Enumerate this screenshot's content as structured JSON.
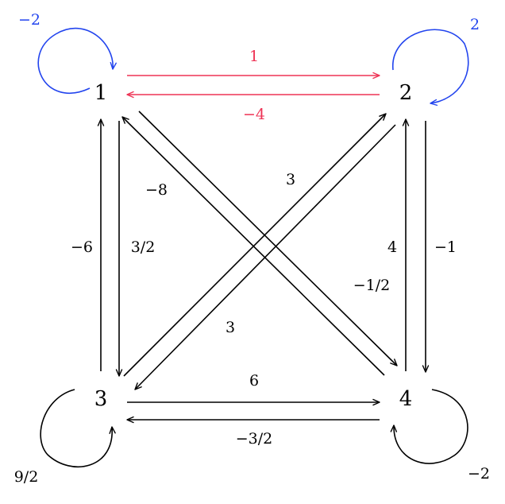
{
  "colors": {
    "default": "#000000",
    "red": "#ee3355",
    "blue": "#2244ee"
  },
  "nodes": [
    {
      "id": "1",
      "label": "1"
    },
    {
      "id": "2",
      "label": "2"
    },
    {
      "id": "3",
      "label": "3"
    },
    {
      "id": "4",
      "label": "4"
    }
  ],
  "edges": [
    {
      "from": "1",
      "to": "1",
      "label": "−2",
      "color": "blue"
    },
    {
      "from": "1",
      "to": "2",
      "label": "1",
      "color": "red"
    },
    {
      "from": "2",
      "to": "1",
      "label": "−4",
      "color": "red"
    },
    {
      "from": "2",
      "to": "2",
      "label": "2",
      "color": "blue"
    },
    {
      "from": "1",
      "to": "3",
      "label": "3/2",
      "color": "default"
    },
    {
      "from": "3",
      "to": "1",
      "label": "−6",
      "color": "default"
    },
    {
      "from": "1",
      "to": "4",
      "label": "−1/2",
      "color": "default"
    },
    {
      "from": "4",
      "to": "1",
      "label": "−8",
      "color": "default"
    },
    {
      "from": "2",
      "to": "4",
      "label": "−1",
      "color": "default"
    },
    {
      "from": "4",
      "to": "2",
      "label": "4",
      "color": "default"
    },
    {
      "from": "2",
      "to": "3",
      "label": "3",
      "color": "default"
    },
    {
      "from": "3",
      "to": "2",
      "label": "3",
      "color": "default"
    },
    {
      "from": "3",
      "to": "4",
      "label": "6",
      "color": "default"
    },
    {
      "from": "4",
      "to": "3",
      "label": "−3/2",
      "color": "default"
    },
    {
      "from": "3",
      "to": "3",
      "label": "9/2",
      "color": "default"
    },
    {
      "from": "4",
      "to": "4",
      "label": "−2",
      "color": "default"
    }
  ]
}
